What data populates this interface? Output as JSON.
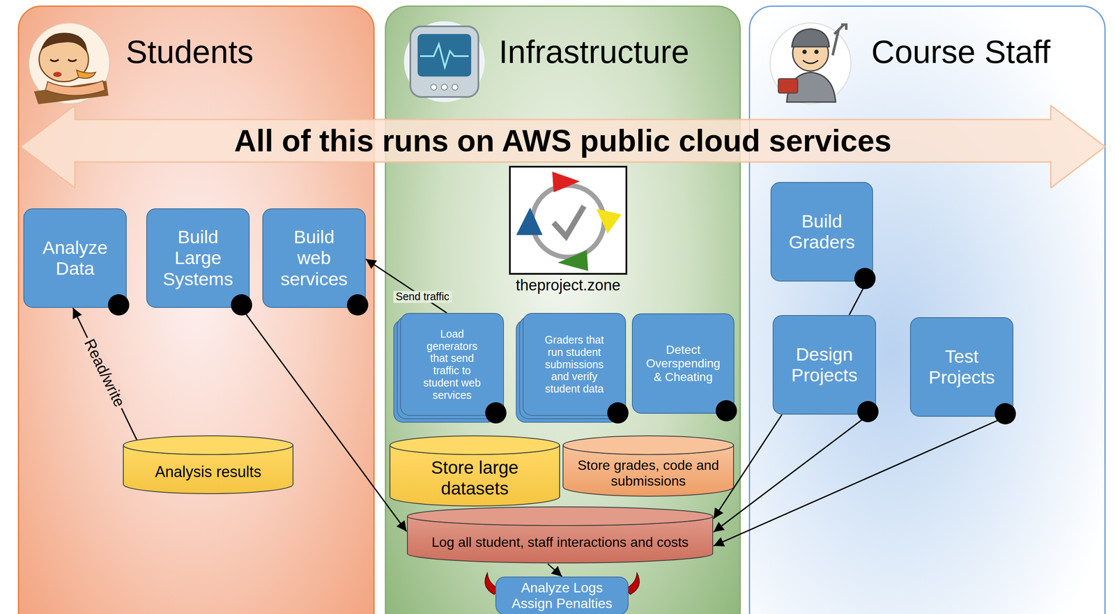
{
  "diagram": {
    "nodes": [
      {
        "text": [
          "Students"
        ]
      },
      {
        "text": [
          "Infrastructure"
        ]
      },
      {
        "text": [
          "Course Staff"
        ]
      },
      {
        "text": [
          "All of this runs on AWS public cloud services"
        ]
      },
      {
        "text": [
          "Analyze Data"
        ],
        "in": 0
      },
      {
        "text": [
          "Build Large Systems"
        ],
        "in": 0
      },
      {
        "text": [
          "Build web services"
        ],
        "in": 0
      },
      {
        "text": [
          "Analysis results"
        ],
        "in": 0
      },
      {
        "text": [
          "theproject.zone"
        ],
        "in": 1
      },
      {
        "text": [
          "Load generators that send traffic to student web services"
        ],
        "in": 1
      },
      {
        "text": [
          "Graders that run student submissions and verify student data"
        ],
        "in": 1
      },
      {
        "text": [
          "Detect Overspending & Cheating"
        ],
        "in": 1
      },
      {
        "text": [
          "Store large datasets"
        ],
        "in": 1
      },
      {
        "text": [
          "Store grades, code and submissions"
        ],
        "in": 1
      },
      {
        "text": [
          "Log all student, staff interactions and costs"
        ],
        "in": 1
      },
      {
        "text": [
          "Analyze Logs Assign Penalties"
        ],
        "in": 1
      },
      {
        "text": [
          "Build Graders"
        ],
        "in": 2
      },
      {
        "text": [
          "Design Projects"
        ],
        "in": 2
      },
      {
        "text": [
          "Test Projects"
        ],
        "in": 2
      }
    ],
    "edges": [
      {
        "from": 9,
        "to": 6,
        "arrow": "to",
        "label": "Send traffic"
      },
      {
        "from": 4,
        "to": 7,
        "arrow": "both",
        "label": "Read/write"
      },
      {
        "from": 5,
        "to": 14,
        "arrow": "to"
      },
      {
        "from": 17,
        "to": 14,
        "arrow": "to"
      },
      {
        "from": 17,
        "to": 14,
        "arrow": "to"
      },
      {
        "from": 18,
        "to": 14,
        "arrow": "to"
      },
      {
        "from": 14,
        "to": 15,
        "arrow": "to"
      },
      {
        "from": 16,
        "to": 17,
        "arrow": "none"
      }
    ]
  }
}
